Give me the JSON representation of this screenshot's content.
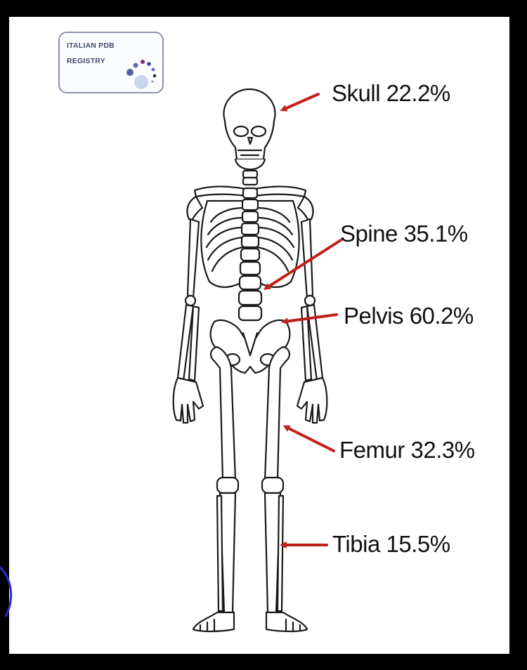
{
  "logo": {
    "line1": "ITALIAN PDB",
    "line2": "REGISTRY"
  },
  "labels": [
    {
      "key": "skull",
      "text": "Skull 22.2%"
    },
    {
      "key": "spine",
      "text": "Spine 35.1%"
    },
    {
      "key": "pelvis",
      "text": "Pelvis 60.2%"
    },
    {
      "key": "femur",
      "text": "Femur 32.3%"
    },
    {
      "key": "tibia",
      "text": "Tibia 15.5%"
    }
  ],
  "colors": {
    "background": "#000000",
    "panel": "#ffffff",
    "arrow": "#c0201c",
    "outline": "#1a1a1a",
    "logo_text": "#434c6e",
    "accent_arc": "#2a2ad0"
  }
}
